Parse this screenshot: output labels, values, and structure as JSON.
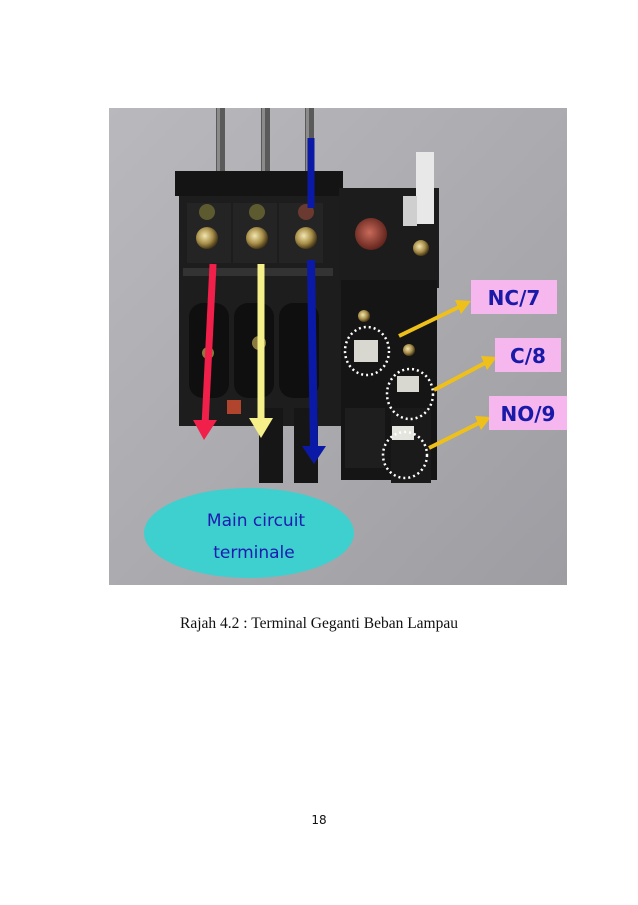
{
  "figure": {
    "labels": {
      "nc": "NC/7",
      "c": "C/8",
      "no": "NO/9"
    },
    "ellipse": {
      "line1": "Main circuit",
      "line2": "terminale"
    },
    "colors": {
      "label_text": "#1a1aa8",
      "label_bg": "#f6b7ee",
      "ellipse_fill": "#3ecfcf",
      "ellipse_text": "#1b1bb0",
      "arrow_red": "#f0204a",
      "arrow_yellow": "#f5f08a",
      "arrow_blue": "#0b1aa6",
      "callout_arrow": "#f0c01a"
    }
  },
  "caption": {
    "label": "Rajah 4.2",
    "separator": " : ",
    "text": "Terminal Geganti Beban Lampau"
  },
  "page_number": "18"
}
